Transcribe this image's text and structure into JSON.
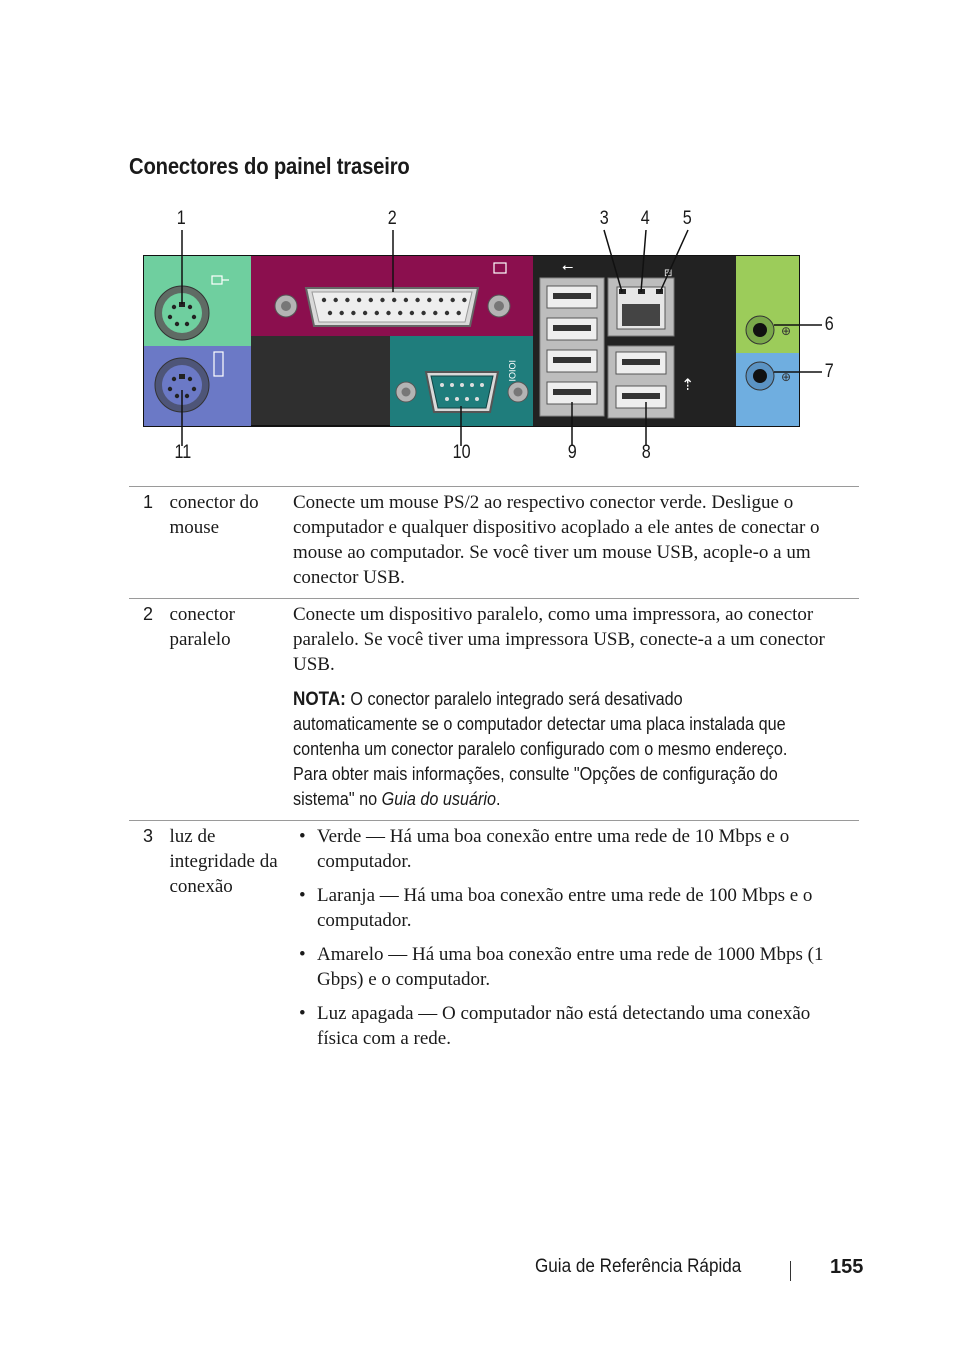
{
  "heading": "Conectores do painel traseiro",
  "figure": {
    "callouts": [
      "1",
      "2",
      "3",
      "4",
      "5",
      "6",
      "7",
      "8",
      "9",
      "10",
      "11"
    ]
  },
  "table": {
    "rows": [
      {
        "num": "1",
        "name": "conector do mouse",
        "desc": "Conecte um mouse PS/2 ao respectivo conector verde. Desligue o computador e qualquer dispositivo acoplado a ele antes de conectar o mouse ao computador. Se você tiver um mouse USB, acople-o a um conector USB."
      },
      {
        "num": "2",
        "name": "conector paralelo",
        "desc": "Conecte um dispositivo paralelo, como uma impressora, ao conector paralelo. Se você tiver uma impressora USB, conecte-a a um conector USB.",
        "note_label": "NOTA:",
        "note_text": "O conector paralelo integrado será desativado automaticamente se o computador detectar uma placa instalada que contenha um conector paralelo configurado com o mesmo endereço. Para obter mais informações, consulte \"Opções de configuração do sistema\" no",
        "note_italic": "Guia do usuário",
        "note_end": "."
      },
      {
        "num": "3",
        "name": "luz de integridade da conexão",
        "bullets": [
          "Verde — Há uma boa conexão entre uma rede de 10 Mbps e o computador.",
          "Laranja — Há uma boa conexão entre uma rede de 100 Mbps e o computador.",
          "Amarelo — Há uma boa conexão entre uma rede de 1000 Mbps (1 Gbps) e o computador.",
          "Luz apagada — O computador não está detectando uma conexão física com a rede."
        ]
      }
    ]
  },
  "footer": {
    "title": "Guia de Referência Rápida",
    "page": "155"
  },
  "colors": {
    "mouse_green": "#6fcf9f",
    "keyboard_purple": "#6b79c6",
    "parallel_maroon": "#8b0f4e",
    "serial_teal": "#1f7d7c",
    "line_in_green": "#9ccc5a",
    "line_out_blue": "#6faee0",
    "panel_dark": "#2f2f2f"
  }
}
